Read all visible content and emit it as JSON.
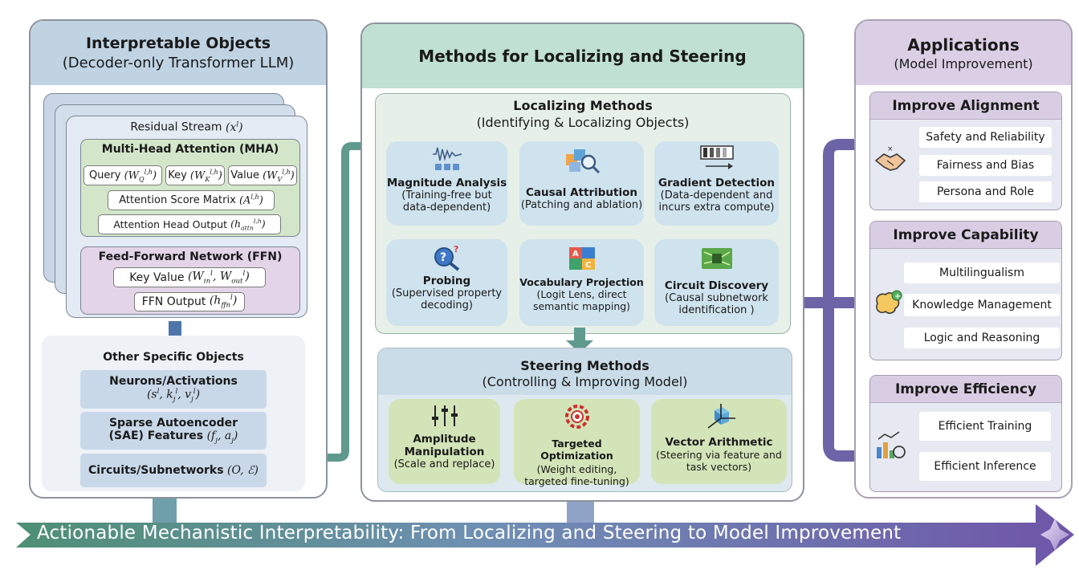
{
  "left": {
    "title_line1": "Interpretable Objects",
    "title_line2": "(Decoder-only Transformer LLM)",
    "residual_stream": "Residual Stream",
    "residual_math": "(x",
    "mha": {
      "title": "Multi-Head Attention (MHA)",
      "query": "Query",
      "key": "Key",
      "value": "Value",
      "score": "Attention Score Matrix",
      "head_output": "Attention Head Output"
    },
    "ffn": {
      "title": "Feed-Forward Network (FFN)",
      "key_value": "Key Value",
      "output": "FFN Output"
    },
    "other": {
      "title": "Other Specific Objects",
      "neurons": "Neurons/Activations",
      "sae_line1": "Sparse Autoencoder",
      "sae_line2": "(SAE) Features",
      "circuits": "Circuits/Subnetworks"
    }
  },
  "middle": {
    "title": "Methods for Localizing and Steering",
    "localizing": {
      "title": "Localizing Methods",
      "subtitle": "(Identifying & Localizing Objects)",
      "cards": [
        {
          "title": "Magnitude Analysis",
          "desc1": "(Training-free but",
          "desc2": "data-dependent)"
        },
        {
          "title": "Causal Attribution",
          "desc1": "(Patching and ablation)",
          "desc2": ""
        },
        {
          "title": "Gradient Detection",
          "desc1": "(Data-dependent and",
          "desc2": "incurs extra compute)"
        },
        {
          "title": "Probing",
          "desc1": "(Supervised property",
          "desc2": "decoding)"
        },
        {
          "title": "Vocabulary Projection",
          "desc1": "(Logit Lens, direct",
          "desc2": "semantic mapping)"
        },
        {
          "title": "Circuit Discovery",
          "desc1": "(Causal subnetwork",
          "desc2": "identification )"
        }
      ]
    },
    "steering": {
      "title": "Steering Methods",
      "subtitle": "(Controlling & Improving Model)",
      "cards": [
        {
          "title1": "Amplitude",
          "title2": "Manipulation",
          "desc1": "(Scale and replace)",
          "desc2": ""
        },
        {
          "title1": "Targeted Optimization",
          "title2": "",
          "desc1": "(Weight editing,",
          "desc2": "targeted  fine-tuning)"
        },
        {
          "title1": "Vector Arithmetic",
          "title2": "",
          "desc1": "(Steering via feature and",
          "desc2": "task vectors)"
        }
      ]
    }
  },
  "right": {
    "title": "Applications",
    "subtitle": "(Model Improvement)",
    "alignment": {
      "title": "Improve Alignment",
      "items": [
        "Safety and Reliability",
        "Fairness and Bias",
        "Persona and Role"
      ]
    },
    "capability": {
      "title": "Improve Capability",
      "items": [
        "Multilingualism",
        "Knowledge Management",
        "Logic and Reasoning"
      ]
    },
    "efficiency": {
      "title": "Improve Efficiency",
      "items": [
        "Efficient Training",
        "Efficient Inference"
      ]
    }
  },
  "banner": "Actionable Mechanistic Interpretability: From Localizing and Steering to Model Improvement",
  "colors": {
    "blue_head": "#bfd3e3",
    "green_head": "#bfe0d2",
    "purple_head": "#dbcfe6",
    "teal_arrow": "#5f9a8f",
    "purple_arrow": "#6c64a6"
  }
}
